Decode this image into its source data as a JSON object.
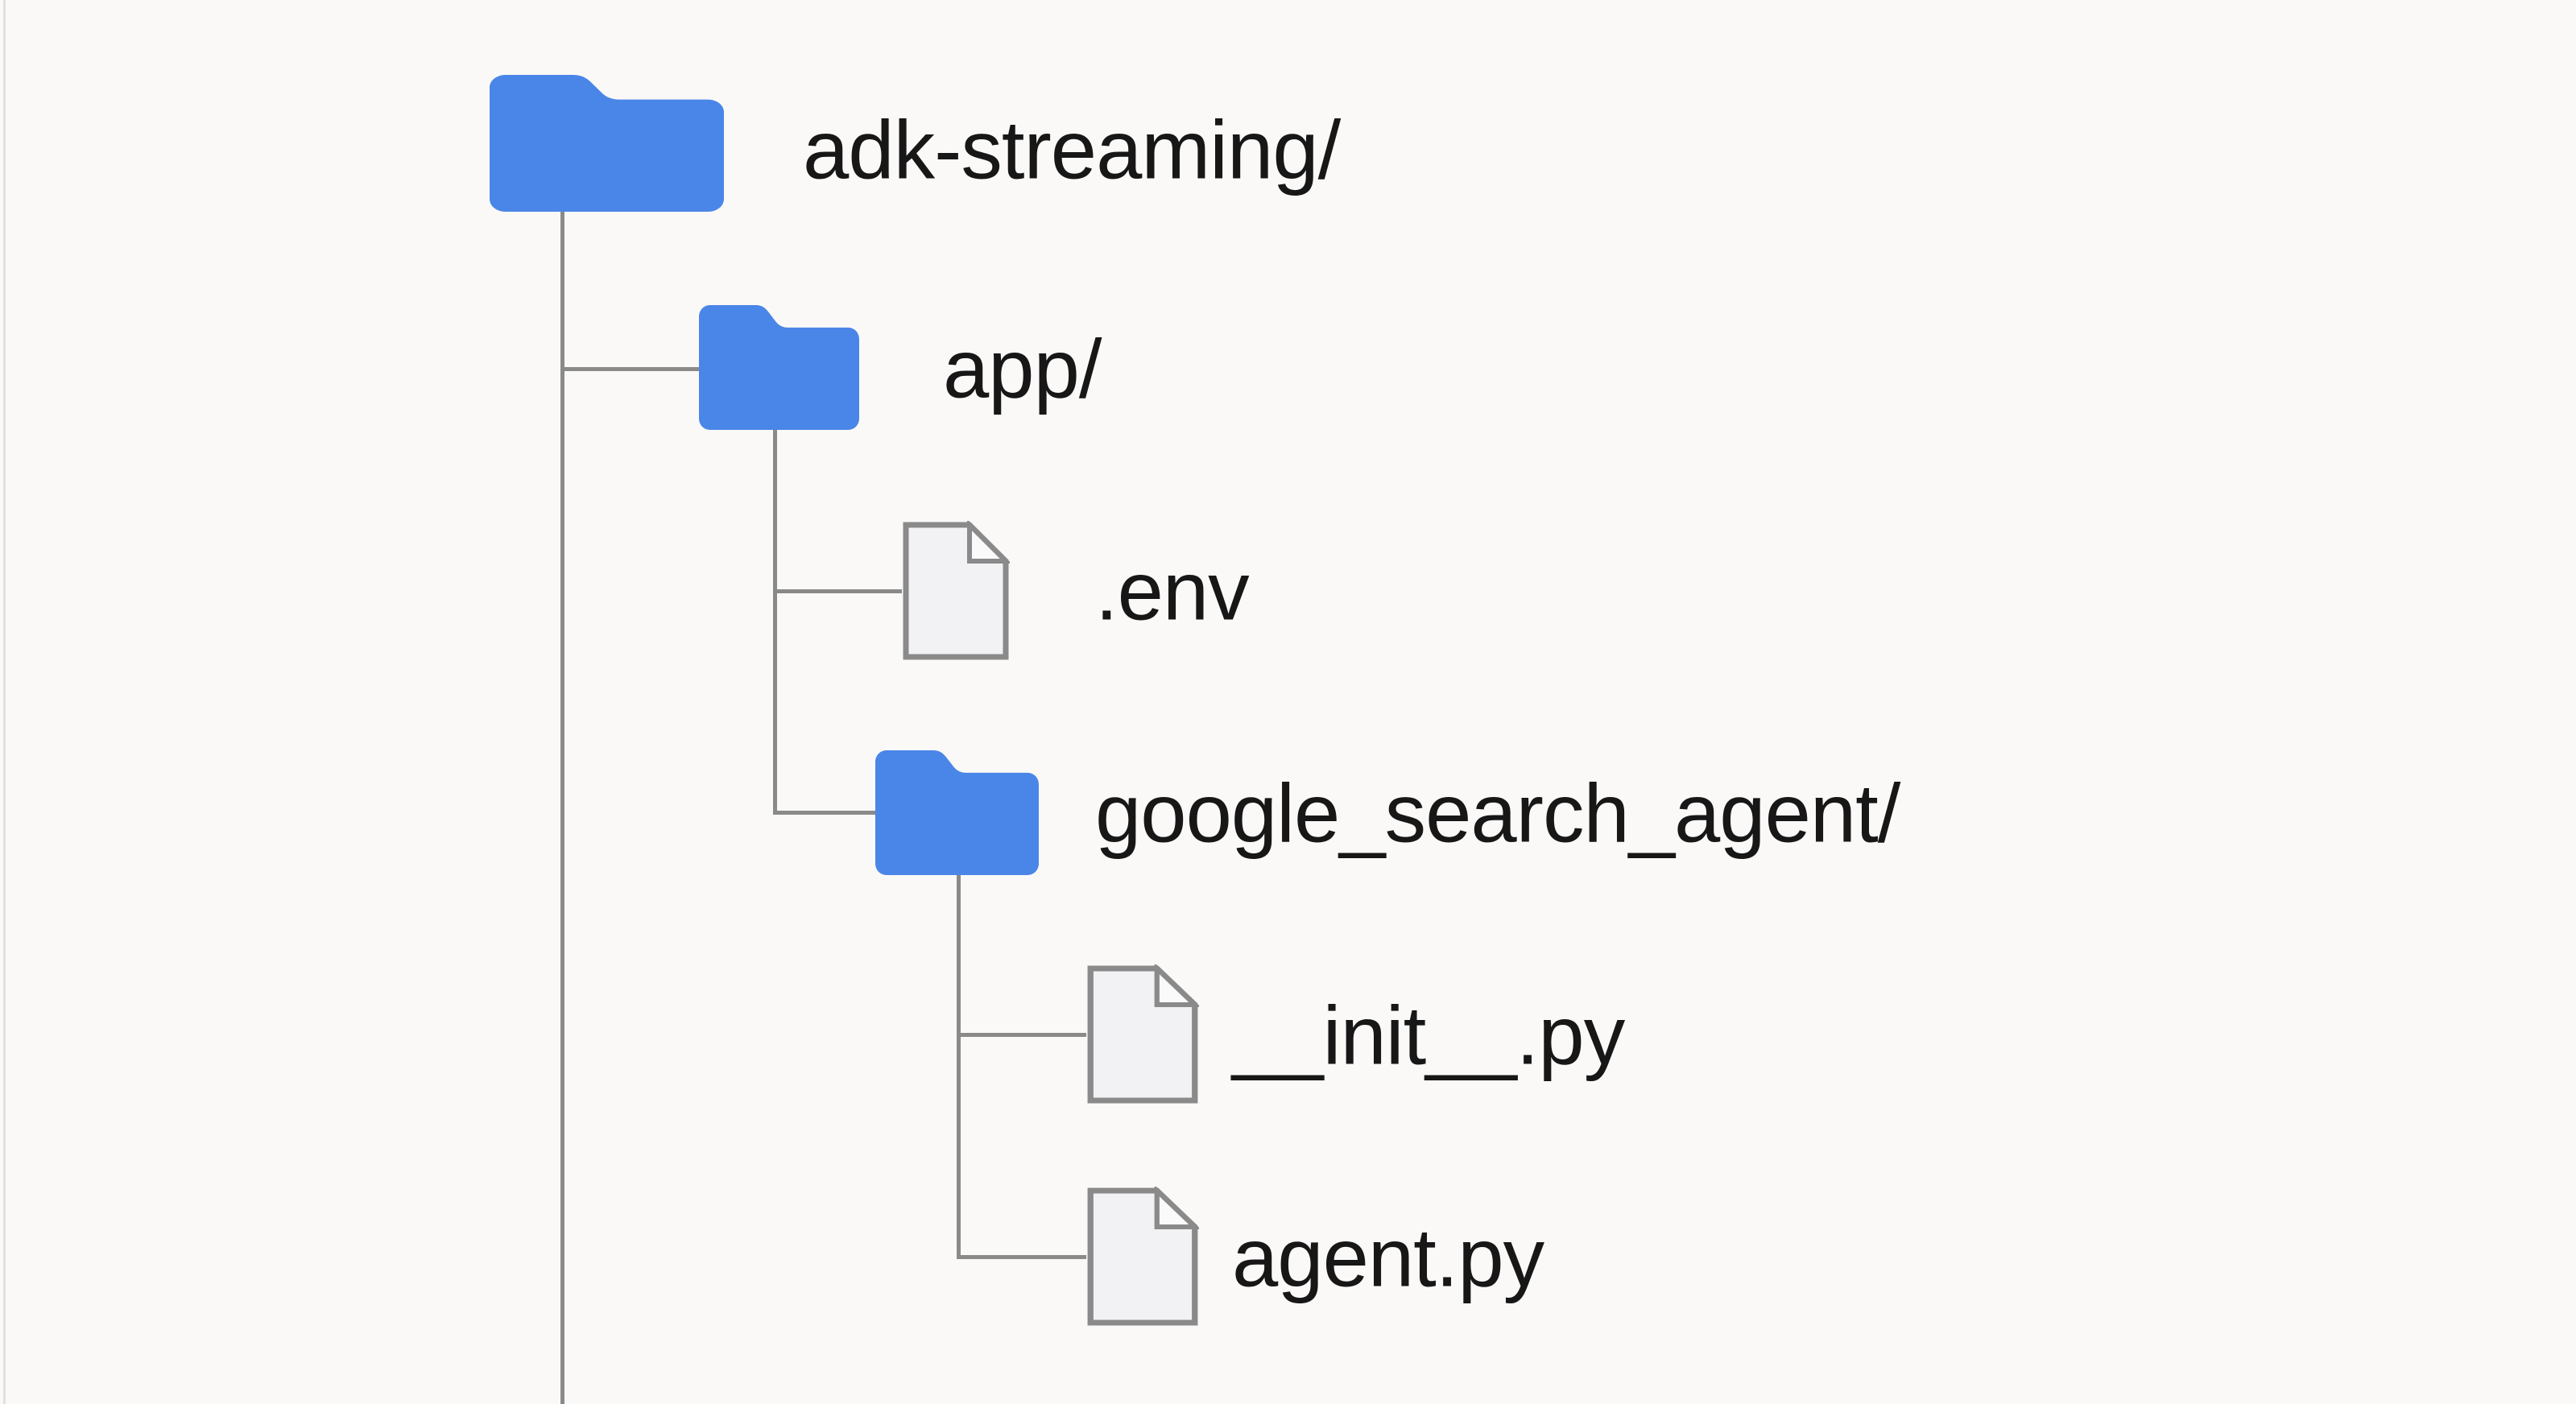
{
  "colors": {
    "background": "#fbf9f7",
    "folder_blue": "#4a86e8",
    "file_fill": "#f2f1f4",
    "file_fold_fill": "#fafafb",
    "outline_gray": "#8a8a8a",
    "text": "#171717",
    "edge_line": "#e2e0df"
  },
  "tree": {
    "nodes": [
      {
        "label": "adk-streaming/",
        "type": "folder",
        "depth": 0
      },
      {
        "label": "app/",
        "type": "folder",
        "depth": 1
      },
      {
        "label": ".env",
        "type": "file",
        "depth": 2
      },
      {
        "label": "google_search_agent/",
        "type": "folder",
        "depth": 2
      },
      {
        "label": "__init__.py",
        "type": "file",
        "depth": 3
      },
      {
        "label": "agent.py",
        "type": "file",
        "depth": 3
      }
    ]
  }
}
